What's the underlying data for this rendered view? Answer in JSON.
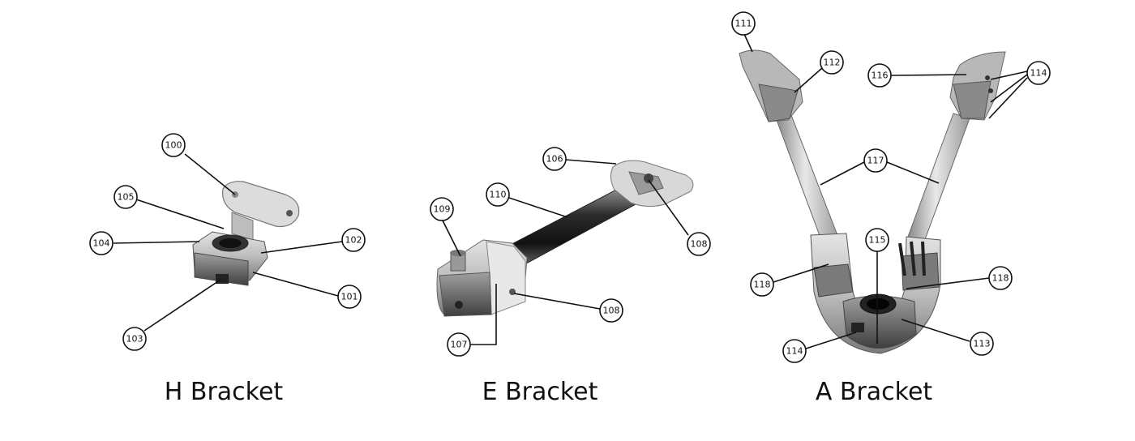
{
  "captions": {
    "h": "H Bracket",
    "e": "E Bracket",
    "a": "A Bracket"
  },
  "callouts": {
    "h": [
      "100",
      "105",
      "104",
      "102",
      "101",
      "103"
    ],
    "e": [
      "106",
      "110",
      "109",
      "108",
      "108",
      "107"
    ],
    "a": [
      "111",
      "112",
      "116",
      "114",
      "117",
      "115",
      "118",
      "118",
      "114",
      "113"
    ]
  }
}
